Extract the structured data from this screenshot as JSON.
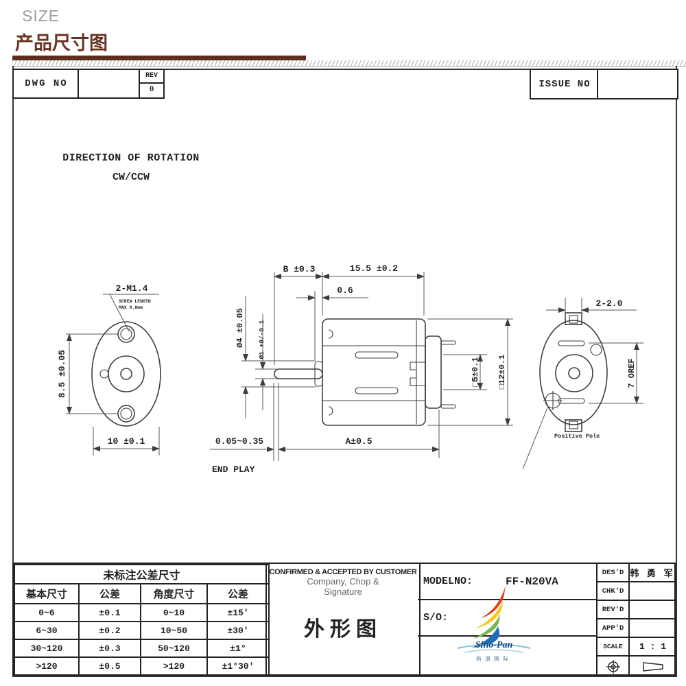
{
  "page": {
    "size_label": "SIZE",
    "title": "产品尺寸图"
  },
  "sheet_header": {
    "dwg_no": "DWG NO",
    "rev_label": "REV",
    "rev_value": "0",
    "issue_no": "ISSUE NO"
  },
  "drawing": {
    "direction_line1": "DIRECTION OF ROTATION",
    "direction_line2": "CW/CCW",
    "front_view": {
      "screw_label": "2-M1.4",
      "screw_note1": "SCREW LENGTH",
      "screw_note2": "MAX 0.8mm",
      "dim_height": "8.5 ±0.05",
      "dim_width": "10 ±0.1"
    },
    "side_view": {
      "dim_b": "B ±0.3",
      "dim_body": "15.5 ±0.2",
      "dim_step": "0.6",
      "dim_boss": "Ø4 ±0.05",
      "dim_shaft": "Ø1 +0/-0.1",
      "dim_cap": "□5±0.1",
      "dim_can": "□12±0.1",
      "dim_endplay": "0.05~0.35",
      "endplay_label": "END PLAY",
      "dim_total": "A±0.5"
    },
    "back_view": {
      "dim_terminals": "2-2.0",
      "dim_ref": "7 OREF",
      "positive_pole": "Positive Pole"
    }
  },
  "tolerance_table": {
    "title": "未标注公差尺寸",
    "headers": [
      "基本尺寸",
      "公差",
      "角度尺寸",
      "公差"
    ],
    "rows": [
      [
        "0~6",
        "±0.1",
        "0~10",
        "±15'"
      ],
      [
        "6~30",
        "±0.2",
        "10~50",
        "±30'"
      ],
      [
        "30~120",
        "±0.3",
        "50~120",
        "±1°"
      ],
      [
        ">120",
        "±0.5",
        ">120",
        "±1°30'"
      ]
    ]
  },
  "confirm_block": {
    "line1": "CONFIRMED & ACCEPTED BY CUSTOMER",
    "line2": "Company, Chop &",
    "line3": "Signature",
    "drawing_type": "外形图"
  },
  "title_block": {
    "model_label": "MODELNO:",
    "model_value": "FF-N20VA",
    "so_label": "S/O:",
    "rows": [
      {
        "label": "DES'D",
        "value": "韩 勇 军"
      },
      {
        "label": "CHK'D",
        "value": ""
      },
      {
        "label": "REV'D",
        "value": ""
      },
      {
        "label": "APP'D",
        "value": ""
      },
      {
        "label": "SCALE",
        "value": "1 : 1"
      }
    ]
  },
  "logo": {
    "name": "Sino-Pan",
    "subtext": "新浪国际"
  },
  "colors": {
    "title_brown": "#693323",
    "size_gray": "#9c9c9c",
    "line_dark": "#3d3d3d",
    "logo_red": "#e23c1e",
    "logo_yellow": "#f7c81e",
    "logo_green": "#7ab648",
    "logo_blue": "#1f6eb5",
    "logo_text_navy": "#1b3f77"
  }
}
